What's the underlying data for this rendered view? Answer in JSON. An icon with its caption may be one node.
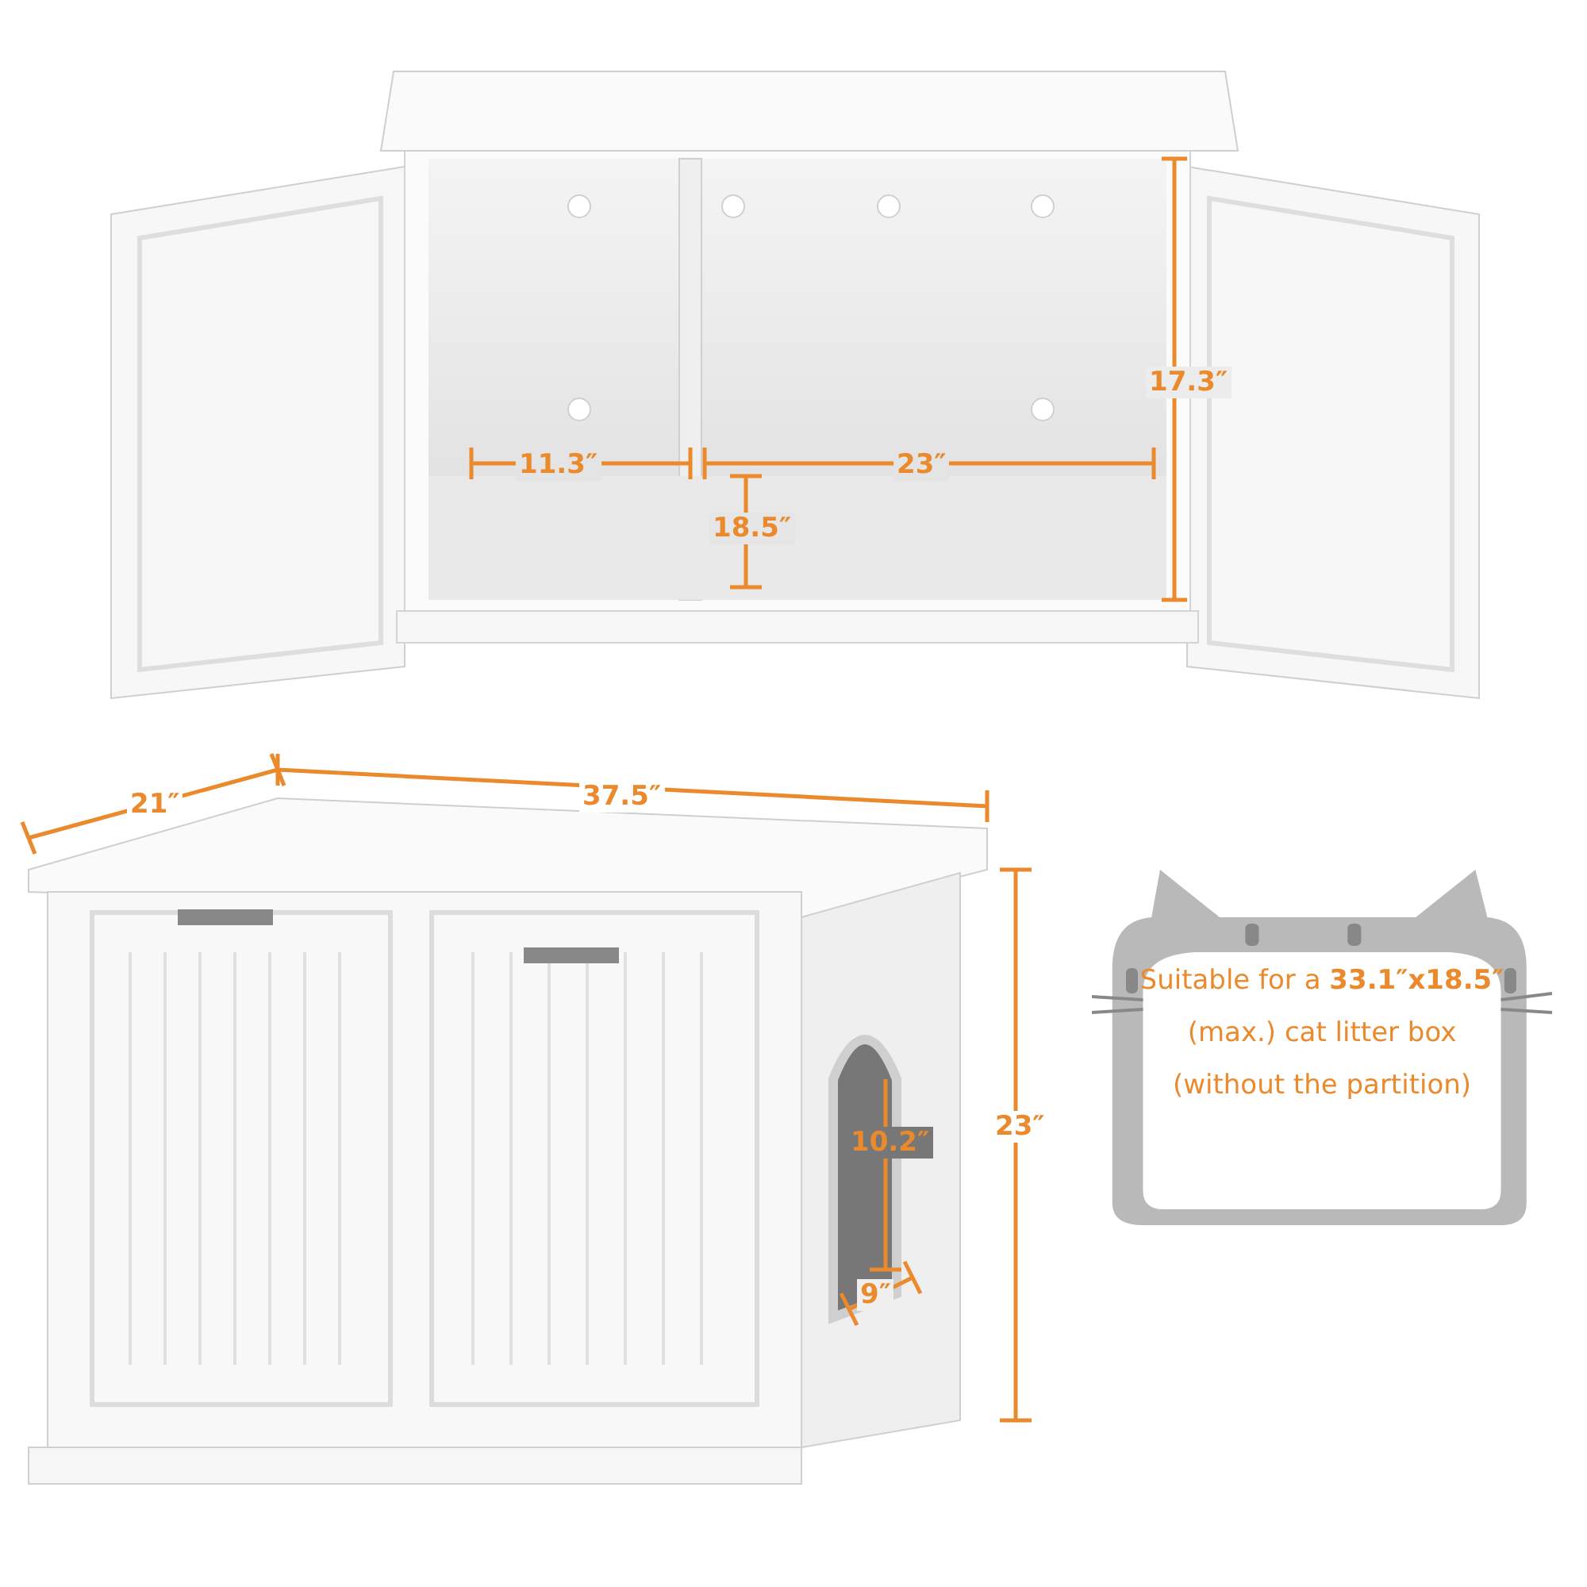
{
  "diagram": {
    "nodes": [
      {
        "text": [
          "Suitable for a **33.1″x18.5″** (max.) cat litter box (without the partition)"
        ]
      }
    ],
    "edges": [],
    "labels": [
      "17.3″",
      "11.3″",
      "23″",
      "18.5″",
      "21″",
      "37.5″",
      "23″",
      "10.2″",
      "9″"
    ]
  }
}
